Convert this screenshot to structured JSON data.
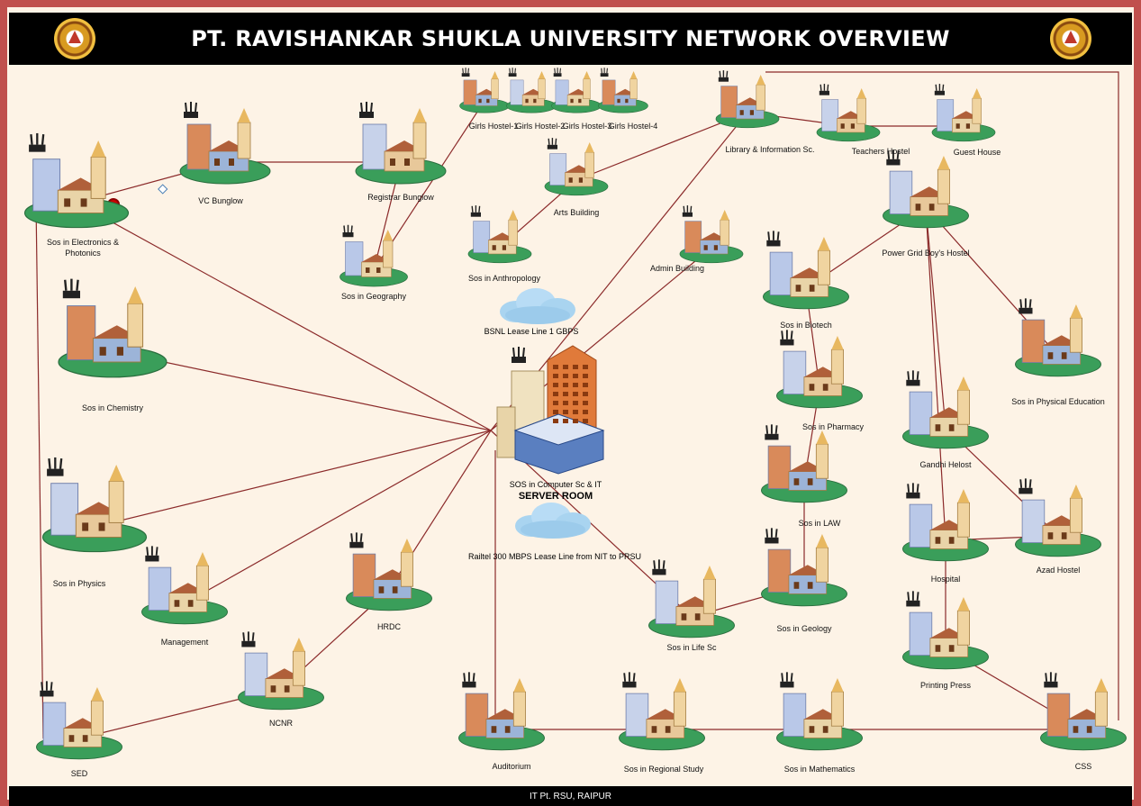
{
  "title": "PT. RAVISHANKAR SHUKLA UNIVERSITY NETWORK OVERVIEW",
  "footer": "IT Pt. RSU, RAIPUR",
  "colors": {
    "frame": "#c0504d",
    "canvas": "#fdf3e6",
    "link": "#8b2a2a",
    "lawn": "#3a9e5a"
  },
  "server": {
    "label": "SOS in Computer Sc & IT",
    "title": "SERVER ROOM"
  },
  "clouds": [
    {
      "id": "bsnl",
      "label": "BSNL Lease Line 1 GBPS"
    },
    {
      "id": "railtel",
      "label": "Railtel 300 MBPS Lease Line from NIT to PRSU"
    }
  ],
  "nodes": [
    {
      "id": "electronics",
      "label": "Sos in Electronics & Photonics"
    },
    {
      "id": "vc",
      "label": "VC Bunglow"
    },
    {
      "id": "registrar",
      "label": "Registrar Bunglow"
    },
    {
      "id": "geography",
      "label": "Sos in Geography"
    },
    {
      "id": "gh1",
      "label": "Girls Hostel-1"
    },
    {
      "id": "gh2",
      "label": "Girls Hostel-2"
    },
    {
      "id": "gh3",
      "label": "Girls Hostel-3"
    },
    {
      "id": "gh4",
      "label": "Girls Hostel-4"
    },
    {
      "id": "arts",
      "label": "Arts Building"
    },
    {
      "id": "anthro",
      "label": "Sos in Anthropology"
    },
    {
      "id": "library",
      "label": "Library & Information Sc."
    },
    {
      "id": "teachers",
      "label": "Teachers Hostel"
    },
    {
      "id": "guest",
      "label": "Guest House"
    },
    {
      "id": "admin",
      "label": "Admin Building"
    },
    {
      "id": "boys",
      "label": "Power Grid Boy's Hostel"
    },
    {
      "id": "biotech",
      "label": "Sos in Biotech"
    },
    {
      "id": "phyedu",
      "label": "Sos in Physical Education"
    },
    {
      "id": "pharmacy",
      "label": "Sos in Pharmacy"
    },
    {
      "id": "gandhi",
      "label": "Gandhi Helost"
    },
    {
      "id": "law",
      "label": "Sos in LAW"
    },
    {
      "id": "azad",
      "label": "Azad Hostel"
    },
    {
      "id": "hospital",
      "label": "Hospital"
    },
    {
      "id": "geology",
      "label": "Sos in Geology"
    },
    {
      "id": "lifesc",
      "label": "Sos in Life Sc"
    },
    {
      "id": "printing",
      "label": "Printing Press"
    },
    {
      "id": "chemistry",
      "label": "Sos in Chemistry"
    },
    {
      "id": "physics",
      "label": "Sos in Physics"
    },
    {
      "id": "management",
      "label": "Management"
    },
    {
      "id": "hrdc",
      "label": "HRDC"
    },
    {
      "id": "ncnr",
      "label": "NCNR"
    },
    {
      "id": "sed",
      "label": "SED"
    },
    {
      "id": "auditorium",
      "label": "Auditorium"
    },
    {
      "id": "regional",
      "label": "Sos in Regional Study"
    },
    {
      "id": "maths",
      "label": "Sos in Mathematics"
    },
    {
      "id": "css",
      "label": "CSS"
    }
  ],
  "links": [
    [
      "server",
      "electronics"
    ],
    [
      "server",
      "chemistry"
    ],
    [
      "server",
      "physics"
    ],
    [
      "server",
      "management"
    ],
    [
      "server",
      "hrdc"
    ],
    [
      "server",
      "auditorium"
    ],
    [
      "server",
      "library"
    ],
    [
      "server",
      "admin"
    ],
    [
      "server",
      "lifesc"
    ],
    [
      "electronics",
      "vc"
    ],
    [
      "vc",
      "registrar"
    ],
    [
      "registrar",
      "geography"
    ],
    [
      "geography",
      "gh1"
    ],
    [
      "electronics",
      "sed"
    ],
    [
      "sed",
      "ncnr"
    ],
    [
      "ncnr",
      "hrdc"
    ],
    [
      "anthro",
      "arts"
    ],
    [
      "arts",
      "library"
    ],
    [
      "library",
      "teachers"
    ],
    [
      "teachers",
      "guest"
    ],
    [
      "library",
      "css_top"
    ],
    [
      "boys",
      "biotech"
    ],
    [
      "boys",
      "phyedu"
    ],
    [
      "boys",
      "gandhi"
    ],
    [
      "boys",
      "hospital"
    ],
    [
      "biotech",
      "pharmacy"
    ],
    [
      "pharmacy",
      "law"
    ],
    [
      "law",
      "geology"
    ],
    [
      "geology",
      "lifesc"
    ],
    [
      "gandhi",
      "azad"
    ],
    [
      "azad",
      "hospital"
    ],
    [
      "hospital",
      "printing"
    ],
    [
      "printing",
      "css"
    ],
    [
      "auditorium",
      "regional"
    ],
    [
      "regional",
      "maths"
    ],
    [
      "maths",
      "css"
    ],
    [
      "css",
      "css_top"
    ]
  ]
}
